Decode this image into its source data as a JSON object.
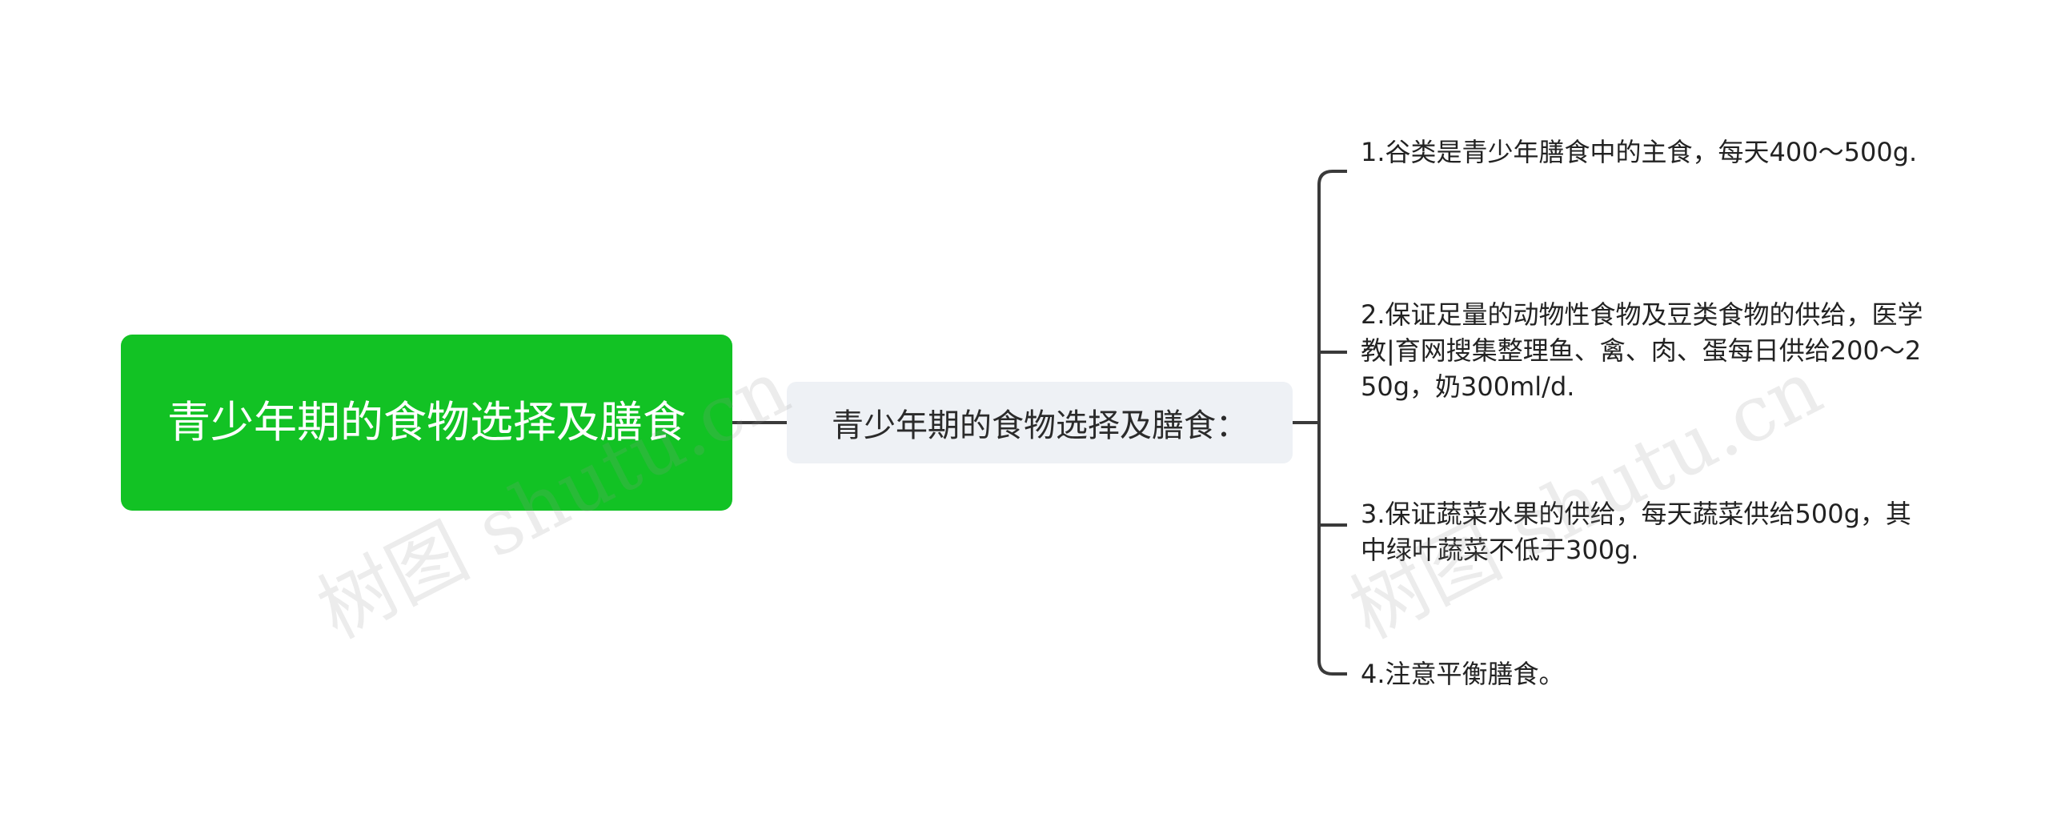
{
  "root": {
    "label": "青少年期的食物选择及膳食"
  },
  "branch": {
    "label": "青少年期的食物选择及膳食："
  },
  "leaves": [
    {
      "label": "1.谷类是青少年膳食中的主食，每天400～500g."
    },
    {
      "label": "2.保证足量的动物性食物及豆类食物的供给，医学教|育网搜集整理鱼、禽、肉、蛋每日供给200～250g，奶300ml/d."
    },
    {
      "label": "3.保证蔬菜水果的供给，每天蔬菜供给500g，其中绿叶蔬菜不低于300g."
    },
    {
      "label": "4.注意平衡膳食。"
    }
  ],
  "watermarks": [
    {
      "text": "树图 shutu.cn"
    },
    {
      "text": "树图 shutu.cn"
    }
  ],
  "colors": {
    "root_fill": "#12c224",
    "branch_fill": "#eef1f5",
    "connector": "#3a3a3a"
  }
}
